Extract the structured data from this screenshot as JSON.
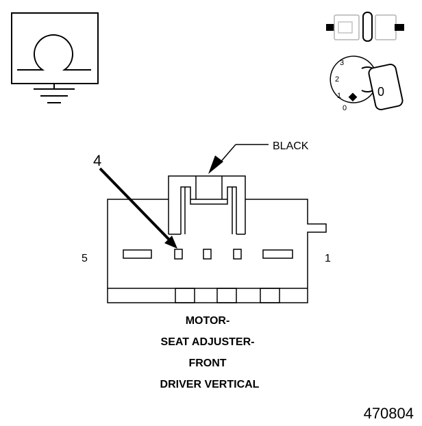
{
  "connector": {
    "color_label": "BLACK",
    "pin_callout": "4",
    "end_label_left": "5",
    "end_label_right": "1"
  },
  "caption": {
    "line1": "MOTOR-",
    "line2": "SEAT ADJUSTER-",
    "line3": "FRONT",
    "line4": "DRIVER VERTICAL"
  },
  "ignition_switch": {
    "position_0": "0",
    "position_1": "1",
    "position_2": "2",
    "position_3": "3",
    "key_symbol": "0"
  },
  "reference_number": "470804",
  "symbols": {
    "ohmmeter": "ohm-symbol-ground-icon",
    "connector_pair": "connector-pair-icon",
    "ignition_key": "ignition-key-icon"
  }
}
